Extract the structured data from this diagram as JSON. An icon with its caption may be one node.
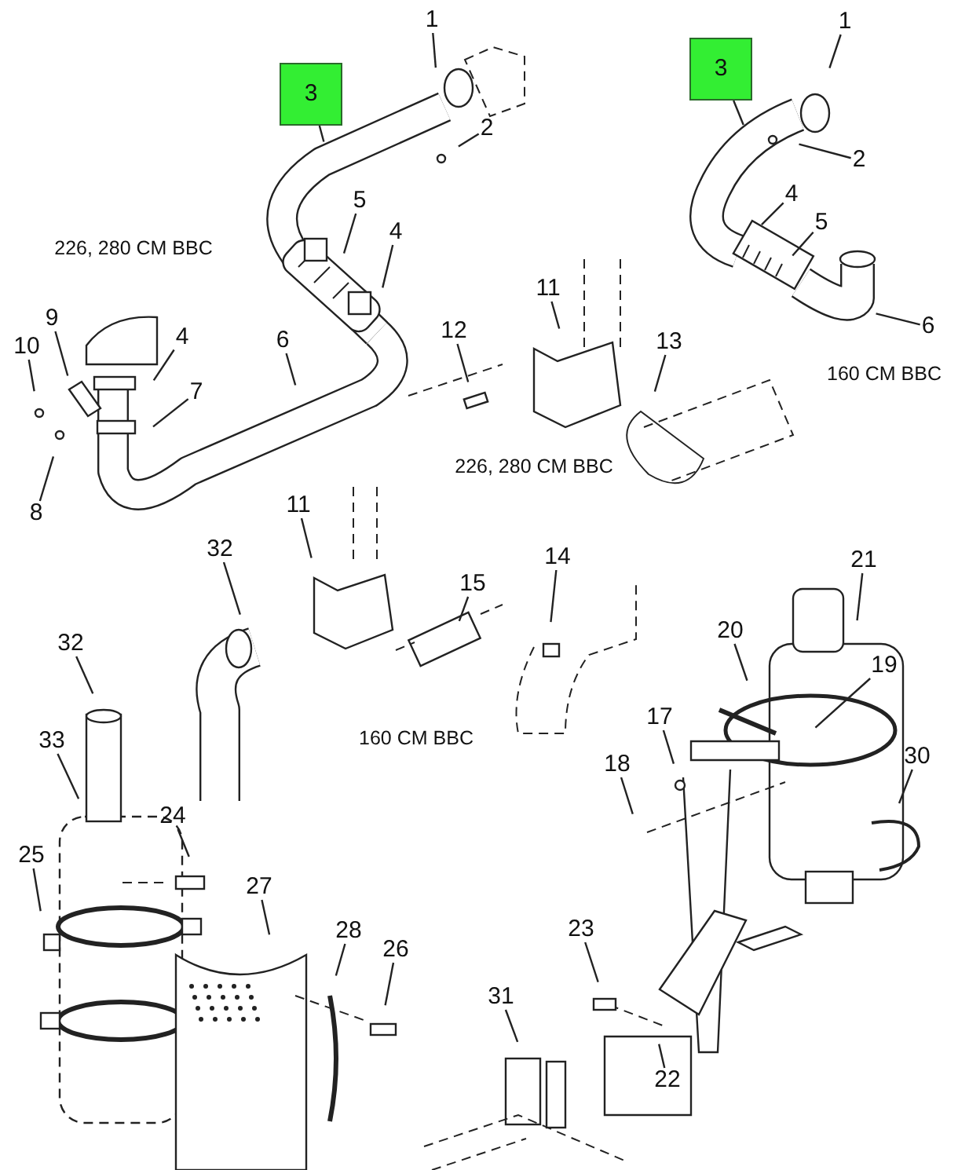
{
  "diagram": {
    "nodes": [
      {
        "text": [
          "1"
        ]
      },
      {
        "text": [
          "3"
        ]
      },
      {
        "text": [
          "2"
        ]
      },
      {
        "text": [
          "5"
        ]
      },
      {
        "text": [
          "4"
        ]
      },
      {
        "text": [
          "9"
        ]
      },
      {
        "text": [
          "10"
        ]
      },
      {
        "text": [
          "4"
        ]
      },
      {
        "text": [
          "6"
        ]
      },
      {
        "text": [
          "7"
        ]
      },
      {
        "text": [
          "8"
        ]
      },
      {
        "text": [
          "1"
        ]
      },
      {
        "text": [
          "3"
        ]
      },
      {
        "text": [
          "2"
        ]
      },
      {
        "text": [
          "4"
        ]
      },
      {
        "text": [
          "5"
        ]
      },
      {
        "text": [
          "6"
        ]
      },
      {
        "text": [
          "11"
        ]
      },
      {
        "text": [
          "12"
        ]
      },
      {
        "text": [
          "13"
        ]
      },
      {
        "text": [
          "11"
        ]
      },
      {
        "text": [
          "32"
        ]
      },
      {
        "text": [
          "14"
        ]
      },
      {
        "text": [
          "15"
        ]
      },
      {
        "text": [
          "21"
        ]
      },
      {
        "text": [
          "32"
        ]
      },
      {
        "text": [
          "20"
        ]
      },
      {
        "text": [
          "19"
        ]
      },
      {
        "text": [
          "17"
        ]
      },
      {
        "text": [
          "33"
        ]
      },
      {
        "text": [
          "18"
        ]
      },
      {
        "text": [
          "30"
        ]
      },
      {
        "text": [
          "24"
        ]
      },
      {
        "text": [
          "25"
        ]
      },
      {
        "text": [
          "27"
        ]
      },
      {
        "text": [
          "23"
        ]
      },
      {
        "text": [
          "28"
        ]
      },
      {
        "text": [
          "26"
        ]
      },
      {
        "text": [
          "31"
        ]
      },
      {
        "text": [
          "22"
        ]
      }
    ],
    "edges": [
      {
        "from": 0,
        "to": null,
        "arrow": "none"
      },
      {
        "from": 1,
        "to": null,
        "arrow": "none"
      },
      {
        "from": 2,
        "to": null,
        "arrow": "none"
      },
      {
        "from": 3,
        "to": null,
        "arrow": "none"
      },
      {
        "from": 4,
        "to": null,
        "arrow": "none"
      },
      {
        "from": 5,
        "to": null,
        "arrow": "none"
      },
      {
        "from": 6,
        "to": null,
        "arrow": "none"
      },
      {
        "from": 7,
        "to": null,
        "arrow": "none"
      },
      {
        "from": 8,
        "to": null,
        "arrow": "none"
      },
      {
        "from": 9,
        "to": null,
        "arrow": "none"
      },
      {
        "from": 10,
        "to": null,
        "arrow": "none"
      },
      {
        "from": 11,
        "to": null,
        "arrow": "none"
      },
      {
        "from": 12,
        "to": null,
        "arrow": "none"
      },
      {
        "from": 13,
        "to": null,
        "arrow": "none"
      },
      {
        "from": 14,
        "to": null,
        "arrow": "none"
      },
      {
        "from": 15,
        "to": null,
        "arrow": "none"
      },
      {
        "from": 16,
        "to": null,
        "arrow": "none"
      },
      {
        "from": 17,
        "to": null,
        "arrow": "none"
      },
      {
        "from": 18,
        "to": null,
        "arrow": "none"
      },
      {
        "from": 19,
        "to": null,
        "arrow": "none"
      },
      {
        "from": 20,
        "to": null,
        "arrow": "none"
      },
      {
        "from": 21,
        "to": null,
        "arrow": "none"
      },
      {
        "from": 22,
        "to": null,
        "arrow": "none"
      },
      {
        "from": 23,
        "to": null,
        "arrow": "none"
      },
      {
        "from": 24,
        "to": null,
        "arrow": "none"
      },
      {
        "from": 25,
        "to": null,
        "arrow": "none"
      },
      {
        "from": 26,
        "to": null,
        "arrow": "none"
      },
      {
        "from": 27,
        "to": null,
        "arrow": "none"
      },
      {
        "from": 28,
        "to": null,
        "arrow": "none"
      },
      {
        "from": 29,
        "to": null,
        "arrow": "none"
      },
      {
        "from": 30,
        "to": null,
        "arrow": "none"
      },
      {
        "from": 31,
        "to": null,
        "arrow": "none"
      },
      {
        "from": 32,
        "to": null,
        "arrow": "none"
      },
      {
        "from": 33,
        "to": null,
        "arrow": "none"
      },
      {
        "from": 34,
        "to": null,
        "arrow": "none"
      },
      {
        "from": 35,
        "to": null,
        "arrow": "none"
      },
      {
        "from": 36,
        "to": null,
        "arrow": "none"
      },
      {
        "from": 37,
        "to": null,
        "arrow": "none"
      },
      {
        "from": 38,
        "to": null,
        "arrow": "none"
      },
      {
        "from": 39,
        "to": null,
        "arrow": "none"
      }
    ],
    "labels": [
      "226, 280 CM BBC",
      "160 CM BBC",
      "226, 280 CM BBC",
      "160 CM BBC"
    ]
  }
}
